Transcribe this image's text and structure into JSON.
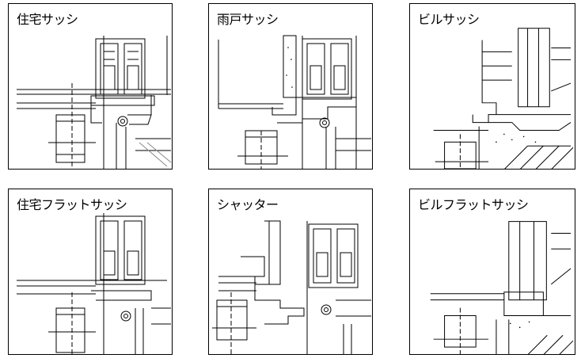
{
  "panels": [
    {
      "id": "p1",
      "title": "住宅サッシ"
    },
    {
      "id": "p2",
      "title": "雨戸サッシ"
    },
    {
      "id": "p3",
      "title": "ビルサッシ"
    },
    {
      "id": "p4",
      "title": "住宅フラットサッシ"
    },
    {
      "id": "p5",
      "title": "シャッター"
    },
    {
      "id": "p6",
      "title": "ビルフラットサッシ"
    }
  ],
  "colors": {
    "line": "#000000",
    "background": "#ffffff",
    "hatch": "#888888"
  }
}
